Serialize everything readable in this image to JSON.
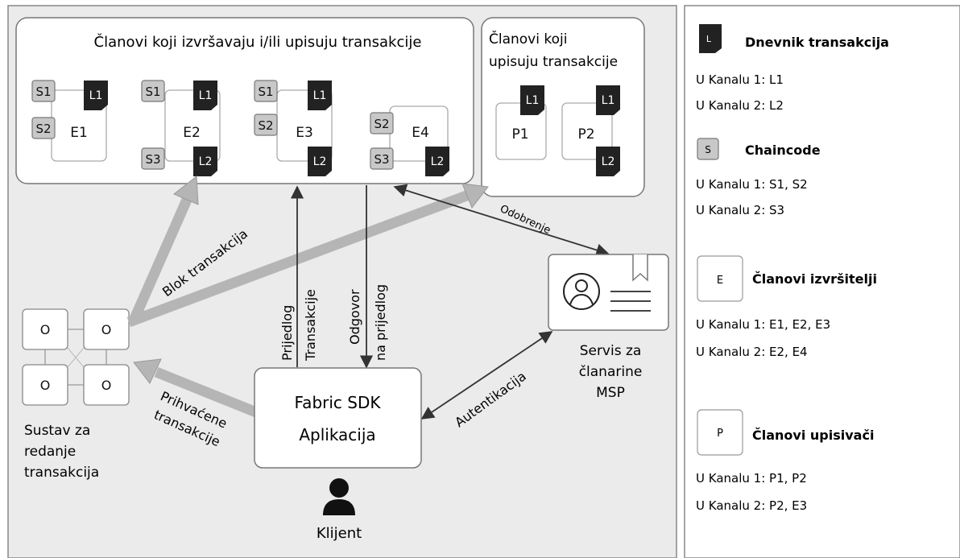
{
  "diagram": {
    "executing_box_title": "Članovi koji izvršavaju i/ili upisuju transakcije",
    "committing_box_title_line1": "Članovi koji",
    "committing_box_title_line2": "upisuju transakcije",
    "endorsers": [
      {
        "name": "E1",
        "s": [
          "S1",
          "S2"
        ],
        "l": [
          "L1"
        ]
      },
      {
        "name": "E2",
        "s": [
          "S1",
          "S3"
        ],
        "l": [
          "L1",
          "L2"
        ]
      },
      {
        "name": "E3",
        "s": [
          "S1",
          "S2"
        ],
        "l": [
          "L1",
          "L2"
        ]
      },
      {
        "name": "E4",
        "s": [
          "S2",
          "S3"
        ],
        "l": [
          "L2"
        ]
      }
    ],
    "committers": [
      {
        "name": "P1",
        "l": [
          "L1"
        ]
      },
      {
        "name": "P2",
        "l": [
          "L1",
          "L2"
        ]
      }
    ],
    "orderer_node_label": "O",
    "orderer_caption": [
      "Sustav za",
      "redanje",
      "transakcija"
    ],
    "sdk_line1": "Fabric SDK",
    "sdk_line2": "Aplikacija",
    "client_label": "Klijent",
    "msp_caption": [
      "Servis za",
      "članarine",
      "MSP"
    ],
    "arrows": {
      "block": "Blok transakcija",
      "proposal": "Prijedlog",
      "transaction": "Transakcije",
      "response_line1": "Odgovor",
      "response_line2": "na prijedlog",
      "approval": "Odobrenje",
      "authentication": "Autentikacija",
      "accepted_line1": "Prihvaćene",
      "accepted_line2": "transakcije"
    }
  },
  "legend": {
    "ledger": {
      "symbol": "L",
      "title": "Dnevnik transakcija",
      "lines": [
        "U Kanalu 1: L1",
        "U Kanalu 2: L2"
      ]
    },
    "chaincode": {
      "symbol": "S",
      "title": "Chaincode",
      "lines": [
        "U Kanalu 1: S1, S2",
        "U Kanalu 2: S3"
      ]
    },
    "endorsers": {
      "symbol": "E",
      "title": "Članovi izvršitelji",
      "lines": [
        "U Kanalu 1: E1, E2, E3",
        "U Kanalu 2: E2, E4"
      ]
    },
    "committers": {
      "symbol": "P",
      "title": "Članovi upisivači",
      "lines": [
        "U Kanalu 1: P1, P2",
        "U Kanalu 2: P2, E3"
      ]
    }
  },
  "colors": {
    "panel_bg": "#ebebeb",
    "chaincode_fill": "#c8c8c8",
    "ledger_fill": "#222222",
    "arrow_fill": "#b5b5b5"
  }
}
